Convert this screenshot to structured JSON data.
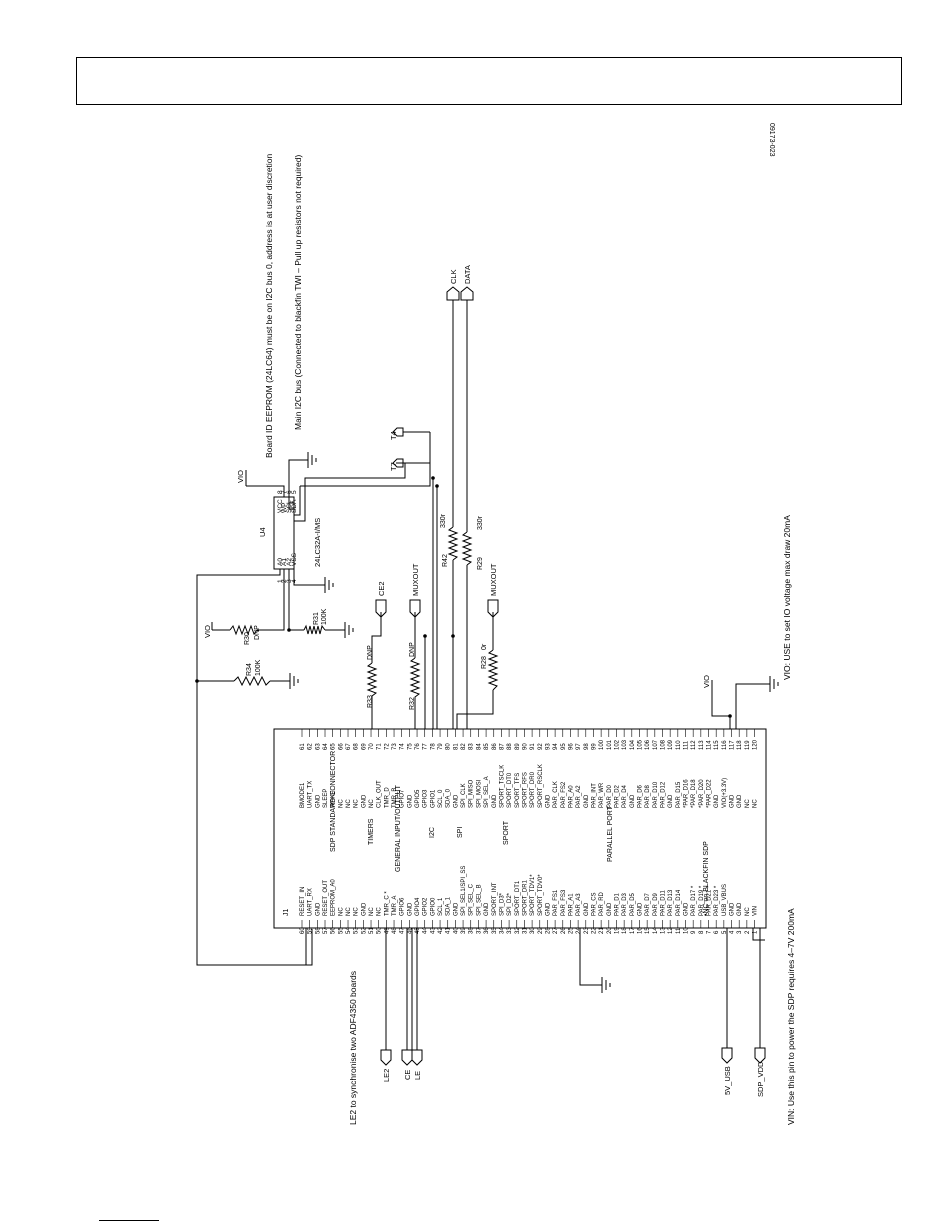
{
  "figure_code": "09173-023",
  "notes": {
    "eeprom": "Board ID EEPROM (24LC64) must be on I2C bus 0, address is at user discretion",
    "i2c": "Main I2C bus (Connected to blackfin TWI – Pull up resistors not required)",
    "vio": "VIO: USE to set IO voltage max draw 20mA",
    "vin": "VIN: Use this pin to power the SDP requires 4–7V 200mA",
    "le2": "LE2 to synchronise two ADF4350 boards",
    "nc_blackfin": "•NC on BLACKFIN SDP"
  },
  "eeprom_chip": {
    "ref": "U4",
    "part": "24LC32A-I/MS",
    "left_pins": [
      {
        "num": "1",
        "name": "A0"
      },
      {
        "num": "2",
        "name": "A1"
      },
      {
        "num": "3",
        "name": "A2"
      },
      {
        "num": "4",
        "name": "VSS"
      }
    ],
    "right_pins": [
      {
        "num": "8",
        "name": "VCC"
      },
      {
        "num": "7",
        "name": "WP"
      },
      {
        "num": "6",
        "name": "SCL"
      },
      {
        "num": "5",
        "name": "SDA"
      }
    ]
  },
  "resistors": [
    {
      "ref": "R30",
      "value": "DNP"
    },
    {
      "ref": "R31",
      "value": "100K"
    },
    {
      "ref": "R34",
      "value": "100K"
    },
    {
      "ref": "R33",
      "value": "DNP"
    },
    {
      "ref": "R32",
      "value": "DNP"
    },
    {
      "ref": "R28",
      "value": "0r"
    },
    {
      "ref": "R42",
      "value": "330r"
    },
    {
      "ref": "R29",
      "value": "330r"
    }
  ],
  "nets": {
    "vio": "VIO",
    "clk": "CLK",
    "data": "DATA",
    "t4": "T4",
    "t7": "T7",
    "ce2": "CE2",
    "muxout": "MUXOUT",
    "le2": "LE2",
    "ce": "CE",
    "le": "LE",
    "usb": "5V_USB",
    "sdp_vdd": "SDP_VDD"
  },
  "connector": {
    "ref": "J1",
    "title": "SDP STANDARD CONNECTOR",
    "groups": {
      "timers": "TIMERS",
      "gpio": "GENERAL INPUT/OUTPUT",
      "i2c": "I2C",
      "spi": "SPI",
      "sport": "SPORT",
      "parallel": "PARALLEL PORT"
    },
    "top_pins": [
      {
        "num": "60",
        "name": "RESET_IN"
      },
      {
        "num": "59",
        "name": "UART_RX"
      },
      {
        "num": "58",
        "name": "GND"
      },
      {
        "num": "57",
        "name": "RESET_OUT"
      },
      {
        "num": "56",
        "name": "EEPROM_A0"
      },
      {
        "num": "55",
        "name": "NC"
      },
      {
        "num": "54",
        "name": "NC"
      },
      {
        "num": "53",
        "name": "NC"
      },
      {
        "num": "52",
        "name": "GND"
      },
      {
        "num": "51",
        "name": "NC"
      },
      {
        "num": "50",
        "name": "NC"
      },
      {
        "num": "49",
        "name": "TMR_C *"
      },
      {
        "num": "48",
        "name": "TMR_A"
      },
      {
        "num": "47",
        "name": "GPIO6"
      },
      {
        "num": "46",
        "name": "GND"
      },
      {
        "num": "45",
        "name": "GPIO4"
      },
      {
        "num": "44",
        "name": "GPIO2"
      },
      {
        "num": "43",
        "name": "GPIO0"
      },
      {
        "num": "42",
        "name": "SCL_1"
      },
      {
        "num": "41",
        "name": "SDA_1"
      },
      {
        "num": "40",
        "name": "GND"
      },
      {
        "num": "39",
        "name": "SPI_SEL1/SPI_SS"
      },
      {
        "num": "38",
        "name": "SPI_SEL_C"
      },
      {
        "num": "37",
        "name": "SPI_SEL_B"
      },
      {
        "num": "36",
        "name": "GND"
      },
      {
        "num": "35",
        "name": "SPORT_INT"
      },
      {
        "num": "34",
        "name": "SPI_D3*"
      },
      {
        "num": "33",
        "name": "SPI_D2*"
      },
      {
        "num": "32",
        "name": "SPORT_DT1"
      },
      {
        "num": "31",
        "name": "SPORT_DR1"
      },
      {
        "num": "30",
        "name": "SPORT_TDV1*"
      },
      {
        "num": "29",
        "name": "SPORT_TDV0*"
      },
      {
        "num": "28",
        "name": "GND"
      },
      {
        "num": "27",
        "name": "PAR_FS1"
      },
      {
        "num": "26",
        "name": "PAR_FS3"
      },
      {
        "num": "25",
        "name": "PAR_A1"
      },
      {
        "num": "24",
        "name": "PAR_A3"
      },
      {
        "num": "23",
        "name": "GND"
      },
      {
        "num": "22",
        "name": "PAR_CS"
      },
      {
        "num": "21",
        "name": "PAR_RD"
      },
      {
        "num": "20",
        "name": "GND"
      },
      {
        "num": "19",
        "name": "PAR_D1"
      },
      {
        "num": "18",
        "name": "PAR_D3"
      },
      {
        "num": "17",
        "name": "PAR_D5"
      },
      {
        "num": "16",
        "name": "GND"
      },
      {
        "num": "15",
        "name": "PAR_D7"
      },
      {
        "num": "14",
        "name": "PAR_D9"
      },
      {
        "num": "13",
        "name": "PAR_D11"
      },
      {
        "num": "12",
        "name": "PAR_D13"
      },
      {
        "num": "11",
        "name": "PAR_D14"
      },
      {
        "num": "10",
        "name": "GND"
      },
      {
        "num": "9",
        "name": "PAR_D17 *"
      },
      {
        "num": "8",
        "name": "PAR_D19 *"
      },
      {
        "num": "7",
        "name": "PAR_D21 *"
      },
      {
        "num": "6",
        "name": "PAR_D23 *"
      },
      {
        "num": "5",
        "name": "USB_VBUS"
      },
      {
        "num": "4",
        "name": "GND"
      },
      {
        "num": "3",
        "name": "GND"
      },
      {
        "num": "2",
        "name": "NC"
      },
      {
        "num": "1",
        "name": "VIN"
      }
    ],
    "bottom_pins": [
      {
        "num": "61",
        "name": "BMODE1"
      },
      {
        "num": "62",
        "name": "UART_TX"
      },
      {
        "num": "63",
        "name": "GND"
      },
      {
        "num": "64",
        "name": "SLEEP"
      },
      {
        "num": "65",
        "name": "WAKE"
      },
      {
        "num": "66",
        "name": "NC"
      },
      {
        "num": "67",
        "name": "NC"
      },
      {
        "num": "68",
        "name": "NC"
      },
      {
        "num": "69",
        "name": "GND"
      },
      {
        "num": "70",
        "name": "NC"
      },
      {
        "num": "71",
        "name": "CLK_OUT"
      },
      {
        "num": "72",
        "name": "TMR_D"
      },
      {
        "num": "73",
        "name": "TMR_B"
      },
      {
        "num": "74",
        "name": "GPIO7"
      },
      {
        "num": "75",
        "name": "GND"
      },
      {
        "num": "76",
        "name": "GPIO5"
      },
      {
        "num": "77",
        "name": "GPIO3"
      },
      {
        "num": "78",
        "name": "GPIO1"
      },
      {
        "num": "79",
        "name": "SCL_0"
      },
      {
        "num": "80",
        "name": "SDA_0"
      },
      {
        "num": "81",
        "name": "GND"
      },
      {
        "num": "82",
        "name": "SPI_CLK"
      },
      {
        "num": "83",
        "name": "SPI_MISO"
      },
      {
        "num": "84",
        "name": "SPI_MOSI"
      },
      {
        "num": "85",
        "name": "SPI_SEL_A"
      },
      {
        "num": "86",
        "name": "GND"
      },
      {
        "num": "87",
        "name": "SPORT_TSCLK"
      },
      {
        "num": "88",
        "name": "SPORT_DT0"
      },
      {
        "num": "89",
        "name": "SPORT_TFS"
      },
      {
        "num": "90",
        "name": "SPORT_RFS"
      },
      {
        "num": "91",
        "name": "SPORT_DR0"
      },
      {
        "num": "92",
        "name": "SPORT_RSCLK"
      },
      {
        "num": "93",
        "name": "GND"
      },
      {
        "num": "94",
        "name": "PAR_CLK"
      },
      {
        "num": "95",
        "name": "PAR_FS2"
      },
      {
        "num": "96",
        "name": "PAR_A0"
      },
      {
        "num": "97",
        "name": "PAR_A2"
      },
      {
        "num": "98",
        "name": "GND"
      },
      {
        "num": "99",
        "name": "PAR_INT"
      },
      {
        "num": "100",
        "name": "PAR_WR"
      },
      {
        "num": "101",
        "name": "PAR_D0"
      },
      {
        "num": "102",
        "name": "PAR_D2"
      },
      {
        "num": "103",
        "name": "PAR_D4"
      },
      {
        "num": "104",
        "name": "GND"
      },
      {
        "num": "105",
        "name": "PAR_D6"
      },
      {
        "num": "106",
        "name": "PAR_D8"
      },
      {
        "num": "107",
        "name": "PAR_D10"
      },
      {
        "num": "108",
        "name": "PAR_D12"
      },
      {
        "num": "109",
        "name": "GND"
      },
      {
        "num": "110",
        "name": "PAR_D15"
      },
      {
        "num": "111",
        "name": "*PAR_D16"
      },
      {
        "num": "112",
        "name": "*PAR_D18"
      },
      {
        "num": "113",
        "name": "*PAR_D20"
      },
      {
        "num": "114",
        "name": "*PAR_D22"
      },
      {
        "num": "115",
        "name": "GND"
      },
      {
        "num": "116",
        "name": "VIO(+3.3V)"
      },
      {
        "num": "117",
        "name": "GND"
      },
      {
        "num": "118",
        "name": "GND"
      },
      {
        "num": "119",
        "name": "NC"
      },
      {
        "num": "120",
        "name": "NC"
      }
    ]
  }
}
